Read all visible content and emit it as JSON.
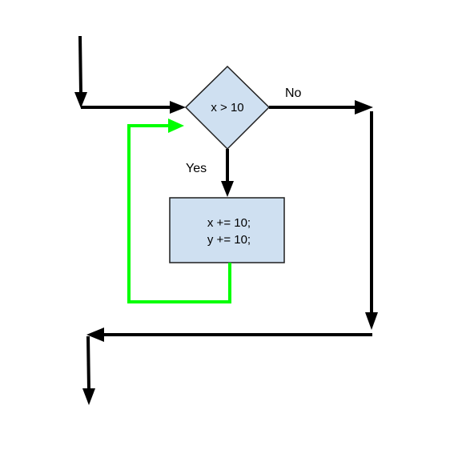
{
  "diagram": {
    "decision": {
      "text": "x > 10"
    },
    "process": {
      "lines": [
        "x += 10;",
        "y += 10;"
      ]
    },
    "edge_labels": {
      "no": "No",
      "yes": "Yes"
    },
    "colors": {
      "node_fill": "#cfe0f1",
      "node_stroke": "#1f1f1f",
      "flow": "#000000",
      "loop_back": "#00ff00"
    }
  }
}
